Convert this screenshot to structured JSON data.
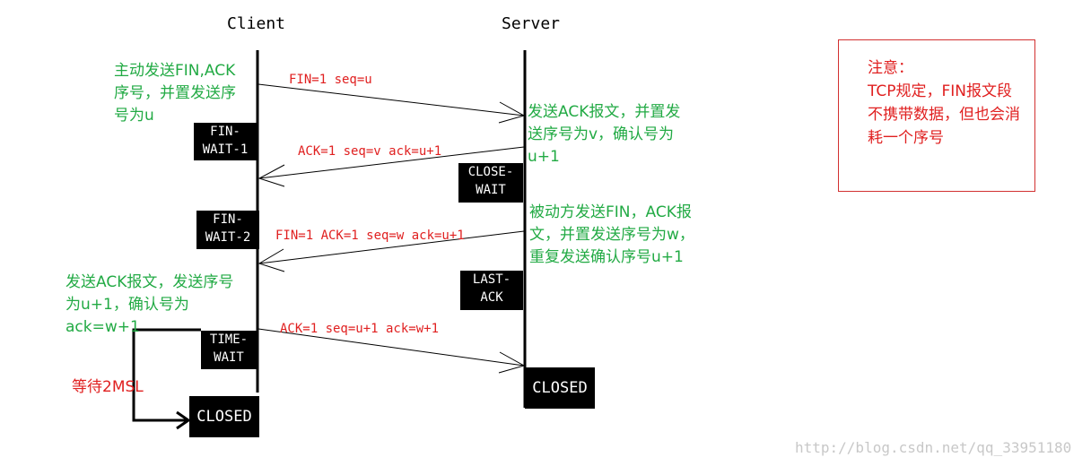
{
  "headers": {
    "client": "Client",
    "server": "Server"
  },
  "annotations": {
    "client_fin": [
      "主动发送FIN,ACK",
      "序号，并置发送序",
      "号为u"
    ],
    "server_ack": [
      "发送ACK报文，并置发",
      "送序号为v，确认号为",
      "u+1"
    ],
    "server_fin": [
      "被动方发送FIN，ACK报",
      "文，并置发送序号为w，",
      "重复发送确认序号u+1"
    ],
    "client_ack": [
      "发送ACK报文，发送序号",
      "为u+1，确认号为",
      "ack=w+1"
    ],
    "wait": "等待2MSL"
  },
  "messages": {
    "m1": "FIN=1  seq=u",
    "m2": "ACK=1 seq=v ack=u+1",
    "m3": "FIN=1  ACK=1  seq=w ack=u+1",
    "m4": "ACK=1  seq=u+1  ack=w+1"
  },
  "states": {
    "fin_wait_1": [
      "FIN-",
      "WAIT-1"
    ],
    "close_wait": [
      "CLOSE-",
      "WAIT"
    ],
    "fin_wait_2": [
      "FIN-",
      "WAIT-2"
    ],
    "last_ack": [
      "LAST-",
      "ACK"
    ],
    "time_wait": [
      "TIME-",
      "WAIT"
    ],
    "client_closed": "CLOSED",
    "server_closed": "CLOSED"
  },
  "note": {
    "title": "注意：",
    "body": "TCP规定，FIN报文段不携带数据，但也会消耗一个序号"
  },
  "watermark": "http://blog.csdn.net/qq_33951180",
  "colors": {
    "green": "#22aa44",
    "red": "#e02020",
    "black": "#000000"
  }
}
